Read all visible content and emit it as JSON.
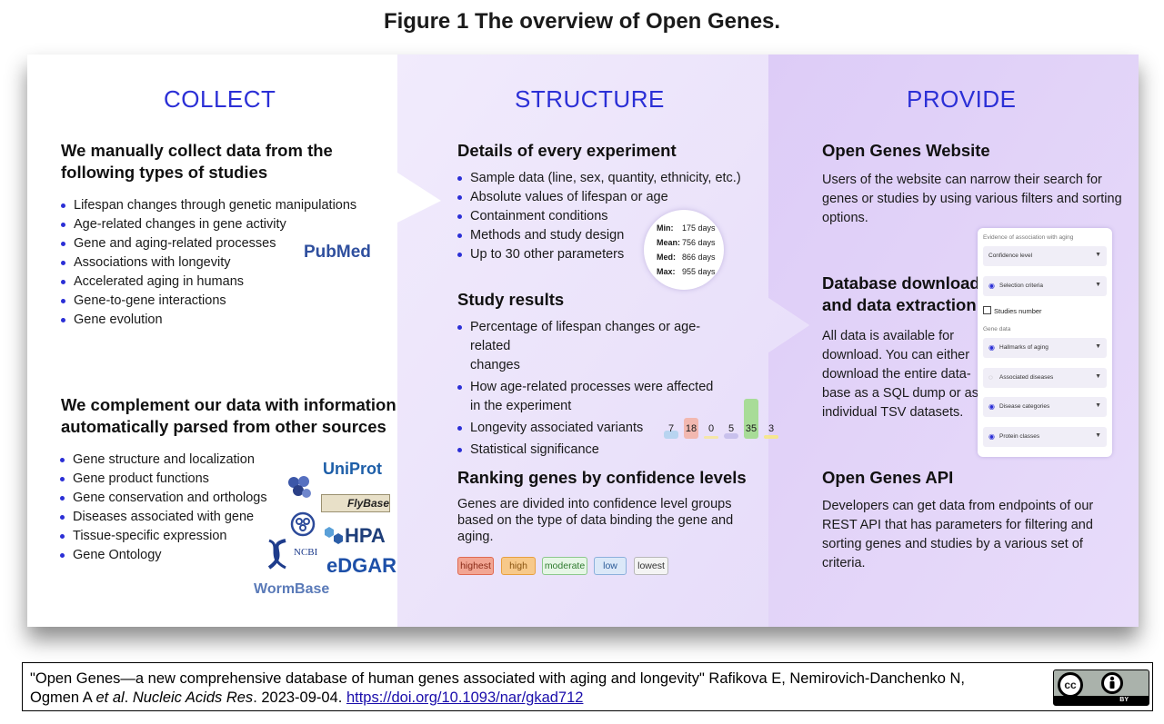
{
  "figure_title": "Figure 1 The overview of Open Genes.",
  "collect": {
    "title": "COLLECT",
    "heading1": [
      "We manually collect data from the",
      "following types of studies"
    ],
    "list1": [
      "Lifespan changes through genetic manipulations",
      "Age-related changes in gene activity",
      "Gene and aging-related processes",
      "Associations with longevity",
      "Accelerated aging in humans",
      "Gene-to-gene interactions",
      "Gene evolution"
    ],
    "pubmed_logo": "PubMed",
    "heading2": [
      "We complement our data with information",
      "automatically parsed from other sources"
    ],
    "list2": [
      "Gene structure and localization",
      "Gene product functions",
      "Gene conservation and orthologs",
      "Diseases associated with gene",
      "Tissue-specific expression",
      "Gene Ontology"
    ],
    "logos": {
      "uniprot": "UniProt",
      "flybase": "FlyBase",
      "hpa": "HPA",
      "ncbi": "NCBI",
      "edgar": "eDGAR",
      "wormbase": "WormBase"
    }
  },
  "structure": {
    "title": "STRUCTURE",
    "heading1": "Details of every experiment",
    "list1": [
      "Sample data (line, sex, quantity, ethnicity, etc.)",
      "Absolute values of lifespan or age",
      "Containment conditions",
      "Methods and study design",
      "Up to 30 other parameters"
    ],
    "stats": [
      {
        "label": "Min:",
        "value": "175 days"
      },
      {
        "label": "Mean:",
        "value": "756 days"
      },
      {
        "label": "Med:",
        "value": "866 days"
      },
      {
        "label": "Max:",
        "value": "955 days"
      }
    ],
    "heading2": "Study results",
    "list2": [
      [
        "Percentage of lifespan changes or age-related",
        "changes"
      ],
      [
        "How age-related processes were affected",
        "in the experiment"
      ],
      [
        "Longevity associated variants"
      ],
      [
        "Statistical significance"
      ]
    ],
    "mini_chart": [
      {
        "value": 7,
        "color": "#b8d4f0"
      },
      {
        "value": 18,
        "color": "#f2b8b0"
      },
      {
        "value": 0,
        "color": "#f5e6a8"
      },
      {
        "value": 5,
        "color": "#c8c0ec"
      },
      {
        "value": 35,
        "color": "#a8dc98"
      },
      {
        "value": 3,
        "color": "#f5e690"
      }
    ],
    "heading3": "Ranking genes by confidence levels",
    "para3": [
      "Genes are divided into confidence level groups",
      "based on the type of data binding the gene and",
      "aging."
    ],
    "tags": [
      {
        "label": "highest",
        "bg": "#f2a593",
        "border": "#e06a52",
        "color": "#8a2a17"
      },
      {
        "label": "high",
        "bg": "#f7c98a",
        "border": "#e8a040",
        "color": "#8a5410"
      },
      {
        "label": "moderate",
        "bg": "#e6f6e6",
        "border": "#8cc88c",
        "color": "#2f7a2f"
      },
      {
        "label": "low",
        "bg": "#dbe8f8",
        "border": "#8cb0dc",
        "color": "#2a5a96"
      },
      {
        "label": "lowest",
        "bg": "#f4f4f4",
        "border": "#b8b8b8",
        "color": "#333333"
      }
    ]
  },
  "provide": {
    "title": "PROVIDE",
    "heading1": "Open Genes Website",
    "para1": [
      "Users of the website can narrow their search for",
      "genes or studies by using various filters and sorting",
      "options."
    ],
    "heading2": [
      "Database download",
      "and data extraction"
    ],
    "para2": [
      "All data is available for",
      "download. You can either",
      "download the entire data-",
      "base as a SQL dump or as",
      "individual TSV datasets."
    ],
    "panel": {
      "label1": "Evidence of association with aging",
      "confidence": "Confidence level",
      "selection": "Selection criteria",
      "studies": "Studies number",
      "label2": "Gene data",
      "hallmarks": "Hallmarks of aging",
      "diseases": "Associated diseases",
      "categories": "Disease categories",
      "protein": "Protein classes"
    },
    "heading3": "Open Genes API",
    "para3": [
      "Developers can get data from endpoints of our",
      "REST API that has parameters for filtering and",
      "sorting genes and studies by a various set of",
      "criteria."
    ]
  },
  "citation": {
    "line1": "\"Open Genes—a new comprehensive database of human genes associated with aging and longevity\" Rafikova E, Nemirovich-Danchenko N,",
    "line2a": "Ogmen A ",
    "etal": "et al",
    "line2b": ". ",
    "journal": "Nucleic Acids Res",
    "line2c": ". 2023-09-04. ",
    "doi": "https://doi.org/10.1093/nar/gkad712"
  },
  "license": {
    "cc": "cc",
    "by": "BY"
  },
  "colors": {
    "accent": "#2b2fd6",
    "collect_bg": "#ffffff",
    "structure_bg": "#ede6fb",
    "provide_bg": "#dccbf6"
  }
}
